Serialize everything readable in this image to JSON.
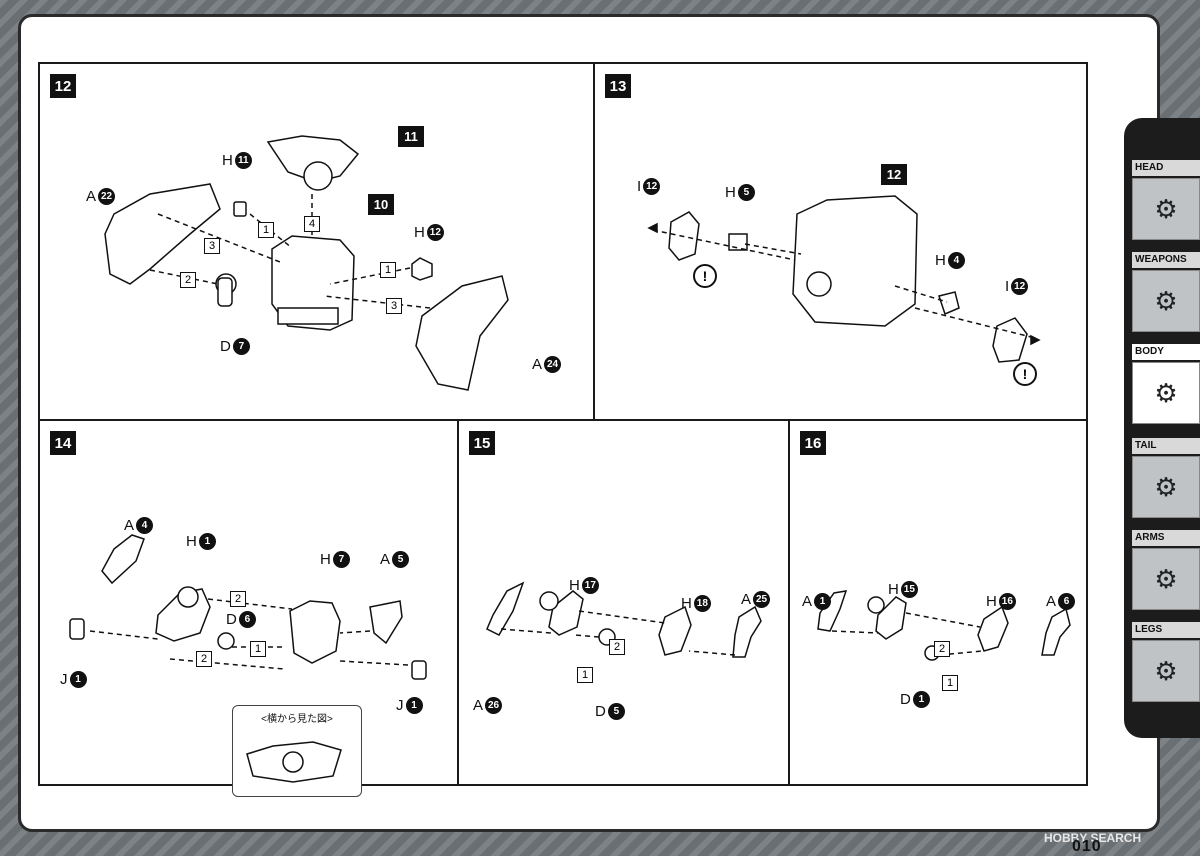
{
  "steps": {
    "s12": {
      "number": "12",
      "labels": {
        "A22": {
          "letter": "A",
          "n": "22"
        },
        "H11": {
          "letter": "H",
          "n": "11"
        },
        "D7": {
          "letter": "D",
          "n": "7"
        },
        "H12": {
          "letter": "H",
          "n": "12"
        },
        "A24": {
          "letter": "A",
          "n": "24"
        }
      },
      "refs": {
        "r11": "11",
        "r10": "10"
      },
      "boxes": [
        "1",
        "2",
        "3",
        "4",
        "1",
        "3"
      ]
    },
    "s13": {
      "number": "13",
      "labels": {
        "I12a": {
          "letter": "I",
          "n": "12"
        },
        "H5": {
          "letter": "H",
          "n": "5"
        },
        "H4": {
          "letter": "H",
          "n": "4"
        },
        "I12b": {
          "letter": "I",
          "n": "12"
        }
      },
      "refs": {
        "r12": "12"
      },
      "warn": "!"
    },
    "s14": {
      "number": "14",
      "labels": {
        "A4": {
          "letter": "A",
          "n": "4"
        },
        "H1": {
          "letter": "H",
          "n": "1"
        },
        "H7": {
          "letter": "H",
          "n": "7"
        },
        "A5": {
          "letter": "A",
          "n": "5"
        },
        "D6": {
          "letter": "D",
          "n": "6"
        },
        "J1a": {
          "letter": "J",
          "n": "1"
        },
        "J1b": {
          "letter": "J",
          "n": "1"
        }
      },
      "boxes": [
        "2",
        "1",
        "2"
      ],
      "side_view_title": "<横から見た図>"
    },
    "s15": {
      "number": "15",
      "labels": {
        "H17": {
          "letter": "H",
          "n": "17"
        },
        "H18": {
          "letter": "H",
          "n": "18"
        },
        "A25": {
          "letter": "A",
          "n": "25"
        },
        "A26": {
          "letter": "A",
          "n": "26"
        },
        "D5": {
          "letter": "D",
          "n": "5"
        }
      },
      "boxes": [
        "2",
        "1"
      ]
    },
    "s16": {
      "number": "16",
      "labels": {
        "A1": {
          "letter": "A",
          "n": "1"
        },
        "H15": {
          "letter": "H",
          "n": "15"
        },
        "H16": {
          "letter": "H",
          "n": "16"
        },
        "A6": {
          "letter": "A",
          "n": "6"
        },
        "D1": {
          "letter": "D",
          "n": "1"
        }
      },
      "boxes": [
        "2",
        "1"
      ]
    }
  },
  "side_nav": [
    {
      "label": "HEAD",
      "icon": "head-thumb",
      "active": false
    },
    {
      "label": "WEAPONS",
      "icon": "weapons-thumb",
      "active": false
    },
    {
      "label": "BODY",
      "icon": "body-thumb",
      "active": true
    },
    {
      "label": "TAIL",
      "icon": "tail-thumb",
      "active": false
    },
    {
      "label": "ARMS",
      "icon": "arms-thumb",
      "active": false
    },
    {
      "label": "LEGS",
      "icon": "legs-thumb",
      "active": false
    }
  ],
  "page_number": "010",
  "watermark": "HOBBY SEARCH"
}
